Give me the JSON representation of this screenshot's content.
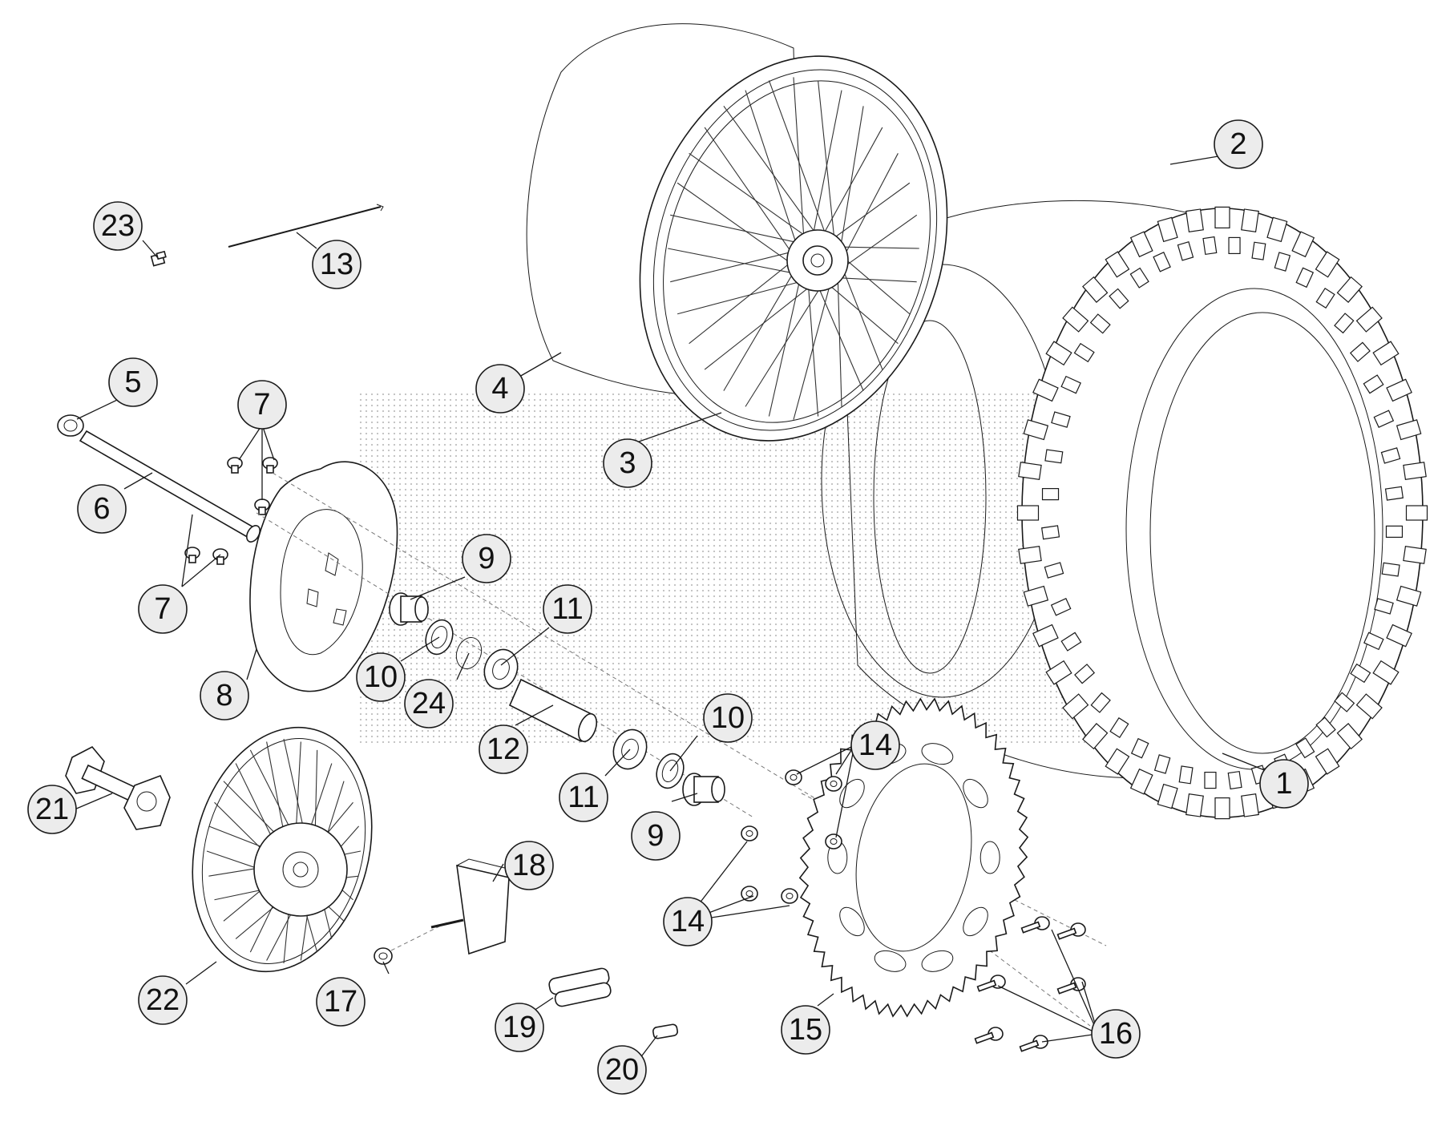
{
  "diagram": {
    "callouts": [
      {
        "id": "c1",
        "label": "1"
      },
      {
        "id": "c2",
        "label": "2"
      },
      {
        "id": "c3",
        "label": "3"
      },
      {
        "id": "c4",
        "label": "4"
      },
      {
        "id": "c5",
        "label": "5"
      },
      {
        "id": "c6",
        "label": "6"
      },
      {
        "id": "c7a",
        "label": "7"
      },
      {
        "id": "c7b",
        "label": "7"
      },
      {
        "id": "c8",
        "label": "8"
      },
      {
        "id": "c9a",
        "label": "9"
      },
      {
        "id": "c9b",
        "label": "9"
      },
      {
        "id": "c10a",
        "label": "10"
      },
      {
        "id": "c10b",
        "label": "10"
      },
      {
        "id": "c11a",
        "label": "11"
      },
      {
        "id": "c11b",
        "label": "11"
      },
      {
        "id": "c12",
        "label": "12"
      },
      {
        "id": "c13",
        "label": "13"
      },
      {
        "id": "c14a",
        "label": "14"
      },
      {
        "id": "c14b",
        "label": "14"
      },
      {
        "id": "c15",
        "label": "15"
      },
      {
        "id": "c16",
        "label": "16"
      },
      {
        "id": "c17",
        "label": "17"
      },
      {
        "id": "c18",
        "label": "18"
      },
      {
        "id": "c19",
        "label": "19"
      },
      {
        "id": "c20",
        "label": "20"
      },
      {
        "id": "c21",
        "label": "21"
      },
      {
        "id": "c22",
        "label": "22"
      },
      {
        "id": "c23",
        "label": "23"
      },
      {
        "id": "c24",
        "label": "24"
      }
    ],
    "colors": {
      "line": "#1a1a1a",
      "callout_fill": "#ececec",
      "watermark": "#9a9a9a"
    }
  }
}
